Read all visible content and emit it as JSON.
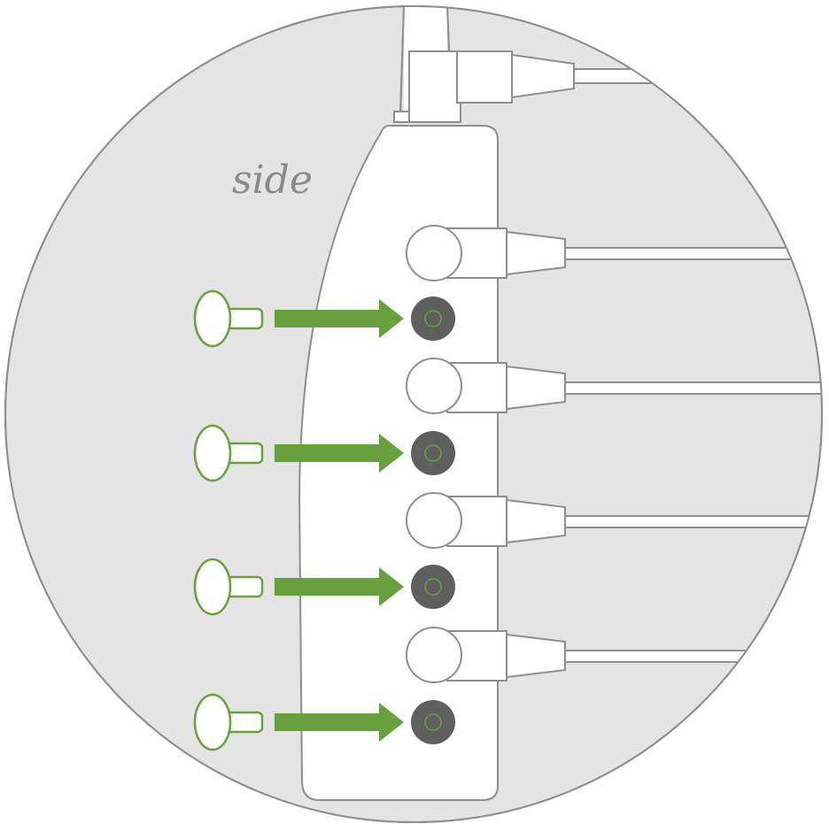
{
  "diagram": {
    "view_label": "side",
    "colors": {
      "background_circle": "#e4e4e4",
      "outline": "#8e8e8e",
      "device_body": "#ffffff",
      "arrow": "#67a03d",
      "plug_outline": "#67a03d",
      "port_fill": "#5f5f5f",
      "port_ring": "#67a03d"
    },
    "connected_sockets_count": 4,
    "open_ports_count": 4,
    "insert_arrows_count": 4,
    "icons": [
      "plug-icon",
      "arrow-right-icon",
      "socket-port-icon",
      "cable-connector-icon"
    ]
  }
}
